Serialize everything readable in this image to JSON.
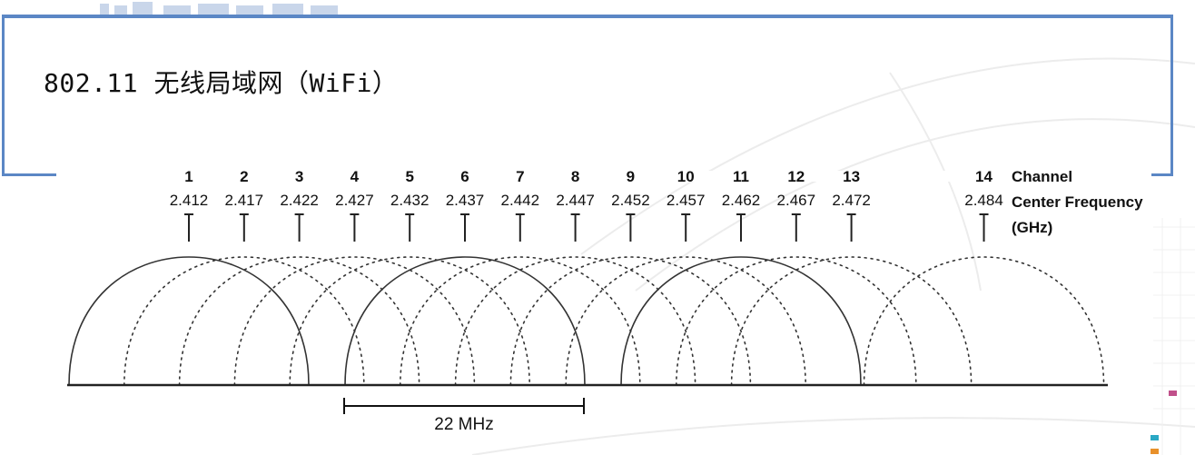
{
  "slide": {
    "title": "802.11 无线局域网（WiFi）"
  },
  "diagram": {
    "channels": [
      {
        "number": "1",
        "frequency": "2.412"
      },
      {
        "number": "2",
        "frequency": "2.417"
      },
      {
        "number": "3",
        "frequency": "2.422"
      },
      {
        "number": "4",
        "frequency": "2.427"
      },
      {
        "number": "5",
        "frequency": "2.432"
      },
      {
        "number": "6",
        "frequency": "2.437"
      },
      {
        "number": "7",
        "frequency": "2.442"
      },
      {
        "number": "8",
        "frequency": "2.447"
      },
      {
        "number": "9",
        "frequency": "2.452"
      },
      {
        "number": "10",
        "frequency": "2.457"
      },
      {
        "number": "11",
        "frequency": "2.462"
      },
      {
        "number": "12",
        "frequency": "2.467"
      },
      {
        "number": "13",
        "frequency": "2.472"
      },
      {
        "number": "14",
        "frequency": "2.484"
      }
    ],
    "non_overlapping_channels": [
      "1",
      "6",
      "11"
    ],
    "legend": {
      "channel": "Channel",
      "center_frequency": "Center Frequency",
      "unit": "(GHz)"
    },
    "channel_width": "22 MHz"
  },
  "colors": {
    "frame": "#5b87c5",
    "side_mark_pink": "#c0508a",
    "side_mark_teal": "#2aa8c4",
    "side_mark_orange": "#e8902a"
  }
}
